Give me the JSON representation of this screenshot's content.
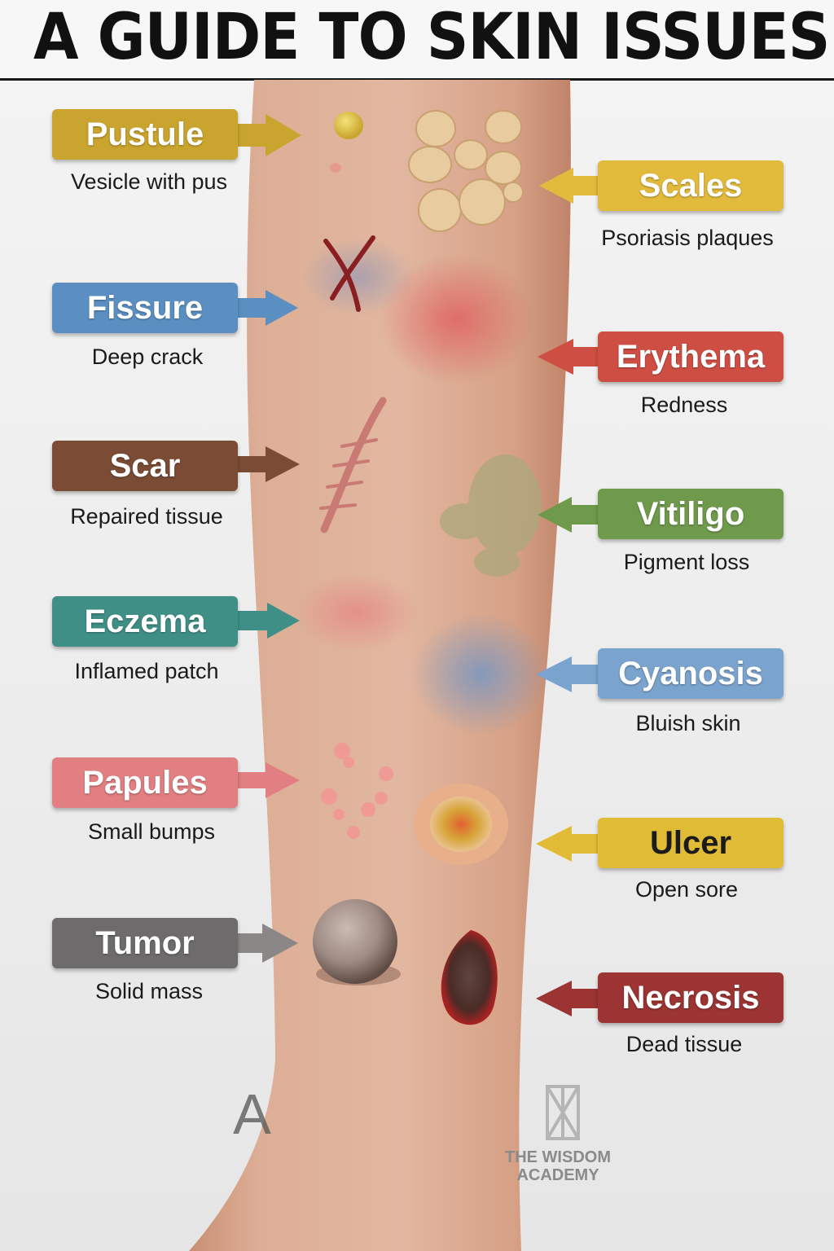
{
  "title": "A GUIDE TO SKIN ISSUES",
  "watermark": {
    "letter": "A",
    "line1": "THE WISDOM",
    "line2": "ACADEMY"
  },
  "colors": {
    "skin": "#d9a88e",
    "pustule": "#c9a42e",
    "scales": "#e2ba3c",
    "fissure": "#5b8fc2",
    "erythema": "#cf4e44",
    "scar": "#7a4b35",
    "vitiligo": "#6f9a4c",
    "eczema": "#3f8f86",
    "cyanosis": "#7aa3cd",
    "papules": "#e17f82",
    "ulcer": "#e0bb36",
    "tumor": "#6d6b6c",
    "necrosis": "#9b3433"
  },
  "left_labels": [
    {
      "name": "Pustule",
      "desc": "Vesicle with pus",
      "color": "#c9a42e"
    },
    {
      "name": "Fissure",
      "desc": "Deep crack",
      "color": "#5b8fc2"
    },
    {
      "name": "Scar",
      "desc": "Repaired tissue",
      "color": "#7a4b35"
    },
    {
      "name": "Eczema",
      "desc": "Inflamed patch",
      "color": "#3f8f86"
    },
    {
      "name": "Papules",
      "desc": "Small bumps",
      "color": "#e17f82"
    },
    {
      "name": "Tumor",
      "desc": "Solid mass",
      "color": "#6d6b6c"
    }
  ],
  "right_labels": [
    {
      "name": "Scales",
      "desc": "Psoriasis plaques",
      "color": "#e2ba3c"
    },
    {
      "name": "Erythema",
      "desc": "Redness",
      "color": "#cf4e44"
    },
    {
      "name": "Vitiligo",
      "desc": "Pigment loss",
      "color": "#6f9a4c"
    },
    {
      "name": "Cyanosis",
      "desc": "Bluish skin",
      "color": "#7aa3cd"
    },
    {
      "name": "Ulcer",
      "desc": "Open sore",
      "color": "#e0bb36"
    },
    {
      "name": "Necrosis",
      "desc": "Dead tissue",
      "color": "#9b3433"
    }
  ]
}
